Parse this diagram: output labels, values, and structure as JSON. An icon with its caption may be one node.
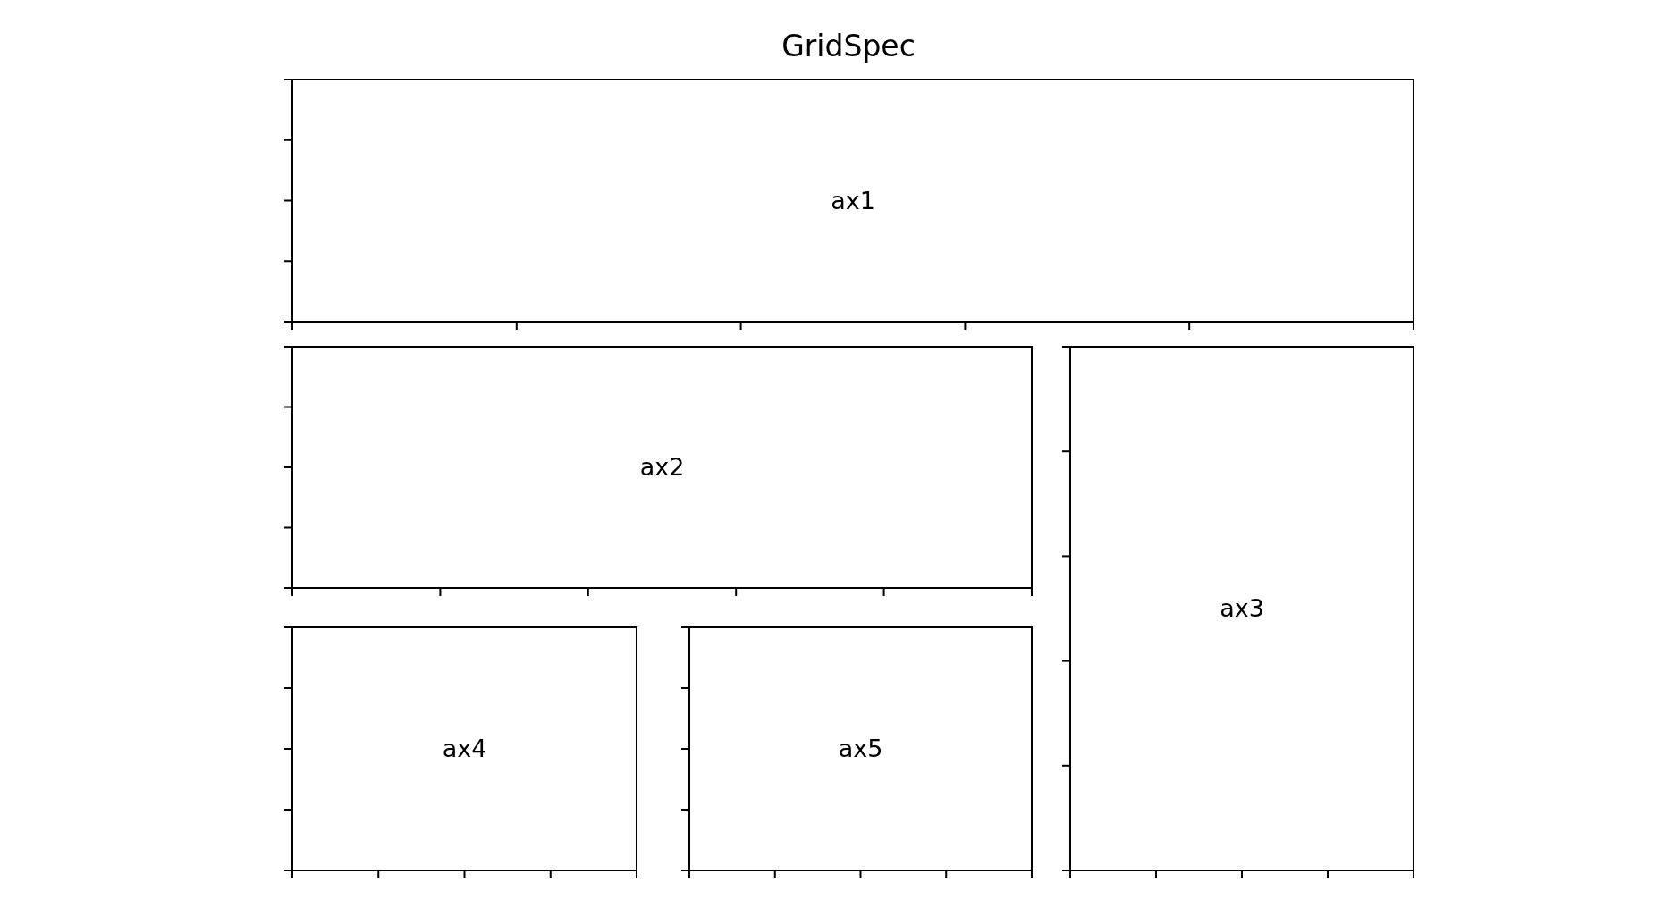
{
  "diagram": {
    "title": "GridSpec",
    "nodes": [
      {
        "text": [
          "ax1"
        ]
      },
      {
        "text": [
          "ax2"
        ]
      },
      {
        "text": [
          "ax3"
        ]
      },
      {
        "text": [
          "ax4"
        ]
      },
      {
        "text": [
          "ax5"
        ]
      }
    ]
  }
}
